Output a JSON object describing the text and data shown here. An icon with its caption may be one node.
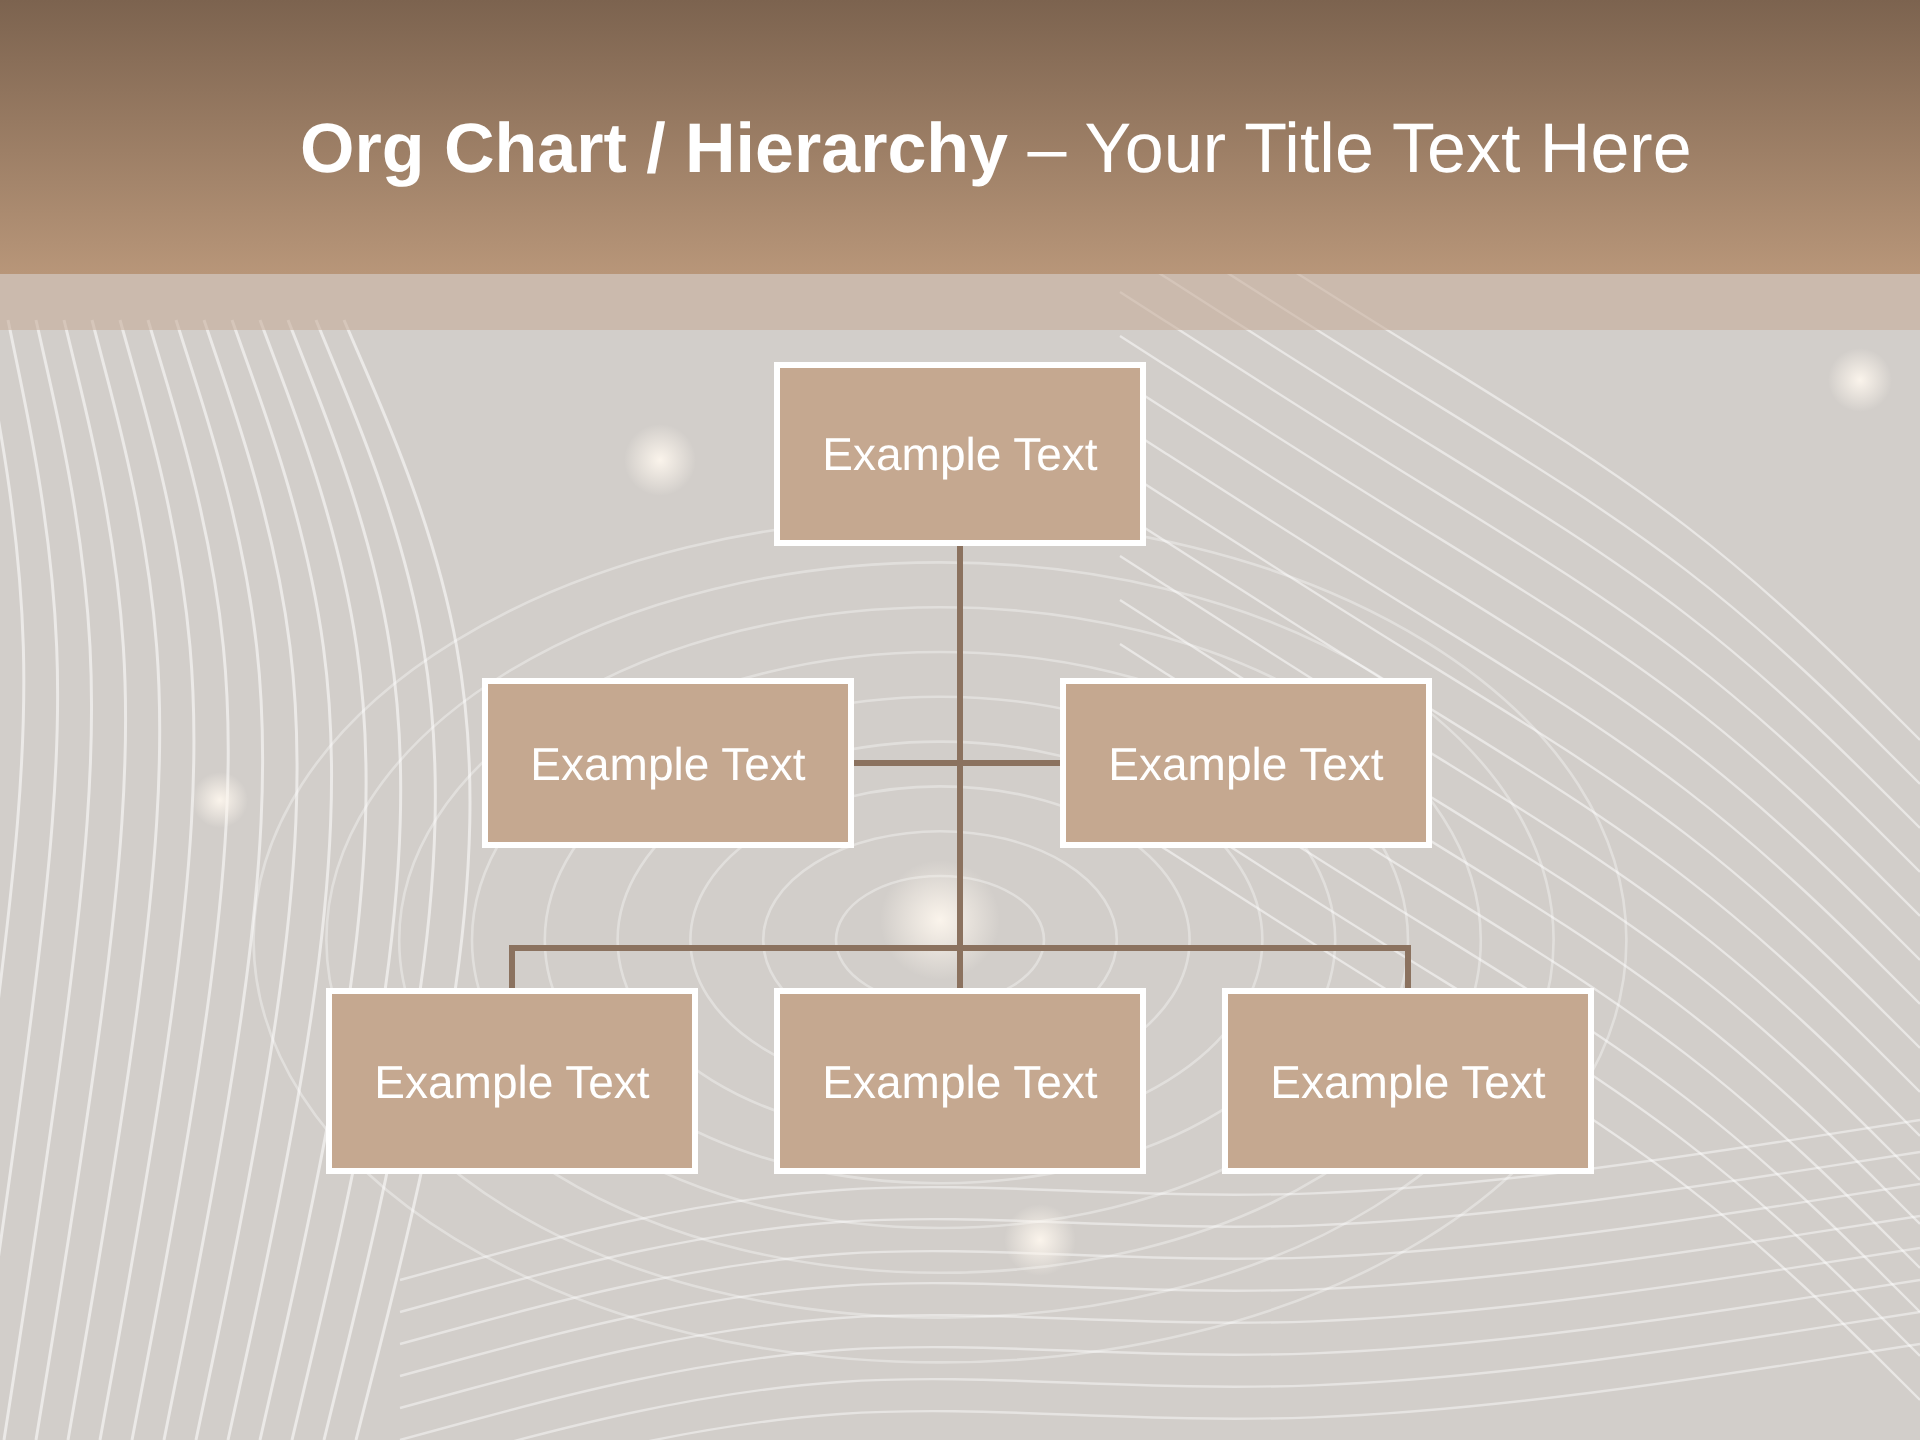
{
  "diagram": {
    "title": "**Org Chart / Hierarchy** – Your Title Text Here",
    "nodes": [
      {
        "text": [
          "Example Text"
        ]
      },
      {
        "text": [
          "Example Text"
        ]
      },
      {
        "text": [
          "Example Text"
        ]
      },
      {
        "text": [
          "Example Text"
        ]
      },
      {
        "text": [
          "Example Text"
        ]
      },
      {
        "text": [
          "Example Text"
        ]
      }
    ],
    "edges": [
      {
        "from": 0,
        "to": 1,
        "arrow": "none"
      },
      {
        "from": 0,
        "to": 2,
        "arrow": "none"
      },
      {
        "from": 0,
        "to": 3,
        "arrow": "none"
      },
      {
        "from": 0,
        "to": 4,
        "arrow": "none"
      },
      {
        "from": 0,
        "to": 5,
        "arrow": "none"
      }
    ]
  }
}
